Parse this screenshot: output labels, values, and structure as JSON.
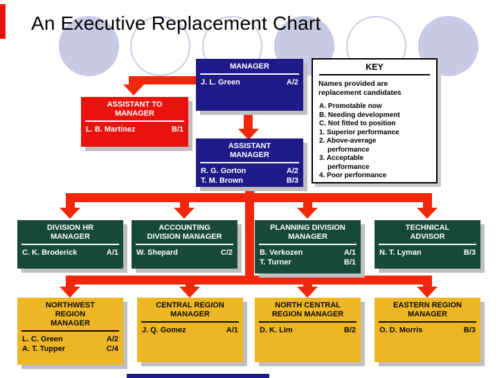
{
  "slide": {
    "title": "An Executive Replacement Chart"
  },
  "key": {
    "title": "KEY",
    "intro": "Names provided are\nreplacement candidates",
    "items": [
      "A. Promotable now",
      "B. Needing development",
      "C. Not fitted to position",
      "1. Superior performance",
      "2. Above-average\nperformance",
      "3. Acceptable\nperformance",
      "4. Poor performance"
    ]
  },
  "boxes": [
    {
      "title": "MANAGER",
      "people": [
        {
          "name": "J. L. Green",
          "rating": "A/2"
        }
      ]
    },
    {
      "title": "ASSISTANT TO\nMANAGER",
      "people": [
        {
          "name": "L. B. Martinez",
          "rating": "B/1"
        }
      ]
    },
    {
      "title": "ASSISTANT\nMANAGER",
      "people": [
        {
          "name": "R. G. Gorton",
          "rating": "A/2"
        },
        {
          "name": "T. M. Brown",
          "rating": "B/3"
        }
      ]
    },
    {
      "title": "DIVISION HR\nMANAGER",
      "people": [
        {
          "name": "C. K. Broderick",
          "rating": "A/1"
        }
      ]
    },
    {
      "title": "ACCOUNTING\nDIVISION MANAGER",
      "people": [
        {
          "name": "W. Shepard",
          "rating": "C/2"
        }
      ]
    },
    {
      "title": "PLANNING DIVISION\nMANAGER",
      "people": [
        {
          "name": "B. Verkozen",
          "rating": "A/1"
        },
        {
          "name": "T. Turner",
          "rating": "B/1"
        }
      ]
    },
    {
      "title": "TECHNICAL\nADVISOR",
      "people": [
        {
          "name": "N. T. Lyman",
          "rating": "B/3"
        }
      ]
    },
    {
      "title": "NORTHWEST\nREGION\nMANAGER",
      "people": [
        {
          "name": "L. C. Green",
          "rating": "A/2"
        },
        {
          "name": "A. T. Tupper",
          "rating": "C/4"
        }
      ]
    },
    {
      "title": "CENTRAL REGION\nMANAGER",
      "people": [
        {
          "name": "J. Q. Gomez",
          "rating": "A/1"
        }
      ]
    },
    {
      "title": "NORTH CENTRAL\nREGION MANAGER",
      "people": [
        {
          "name": "D. K. Lim",
          "rating": "B/2"
        }
      ]
    },
    {
      "title": "EASTERN REGION\nMANAGER",
      "people": [
        {
          "name": "O. D. Morris",
          "rating": "B/3"
        }
      ]
    }
  ],
  "colors": {
    "navy": "#1e1a87",
    "red_box": "#e9130d",
    "arrow_red": "#f02708",
    "dark_green": "#16493a",
    "gold": "#eeb625",
    "lavender_circle": "#c9c9e6",
    "shadow_gray": "#bfbfbf"
  }
}
